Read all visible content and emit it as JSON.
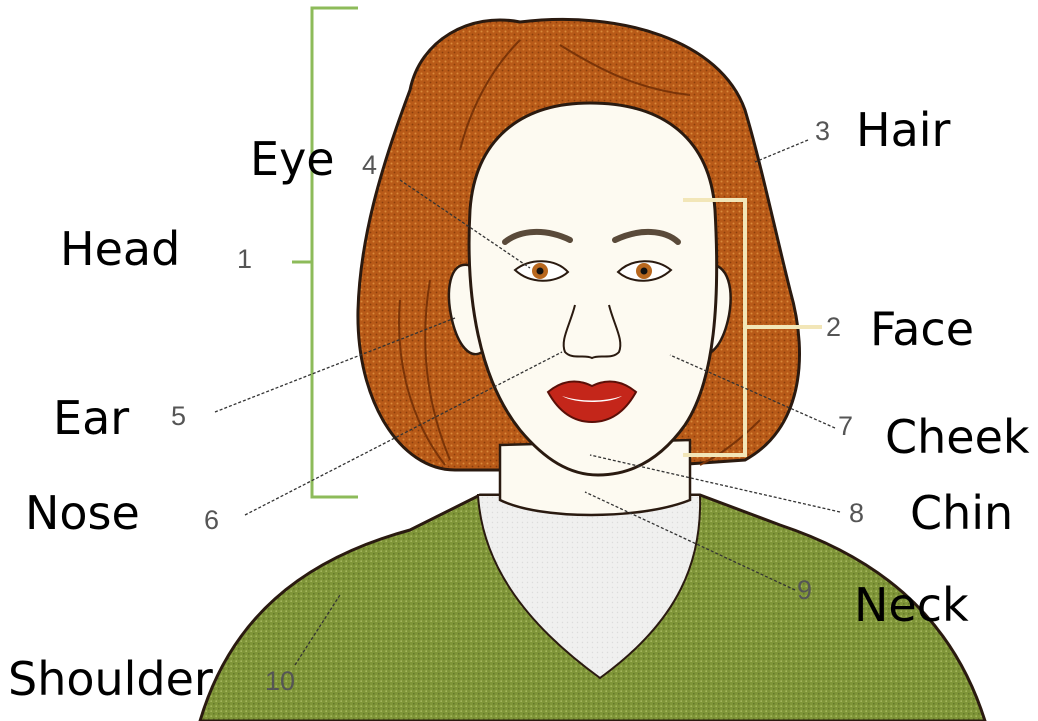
{
  "colors": {
    "hair": "#b85a18",
    "skin": "#fdfaf1",
    "sweater": "#7f9538",
    "collar": "#f0f0ef",
    "lips": "#c4261a",
    "bracket_head": "#8dbb5a",
    "bracket_face": "#f2e6b8",
    "outline": "#2a1a10"
  },
  "labels": [
    {
      "id": "head",
      "number": "1",
      "word": "Head"
    },
    {
      "id": "face",
      "number": "2",
      "word": "Face"
    },
    {
      "id": "hair",
      "number": "3",
      "word": "Hair"
    },
    {
      "id": "eye",
      "number": "4",
      "word": "Eye"
    },
    {
      "id": "ear",
      "number": "5",
      "word": "Ear"
    },
    {
      "id": "nose",
      "number": "6",
      "word": "Nose"
    },
    {
      "id": "cheek",
      "number": "7",
      "word": "Cheek"
    },
    {
      "id": "chin",
      "number": "8",
      "word": "Chin"
    },
    {
      "id": "neck",
      "number": "9",
      "word": "Neck"
    },
    {
      "id": "shoulder",
      "number": "10",
      "word": "Shoulder"
    }
  ]
}
